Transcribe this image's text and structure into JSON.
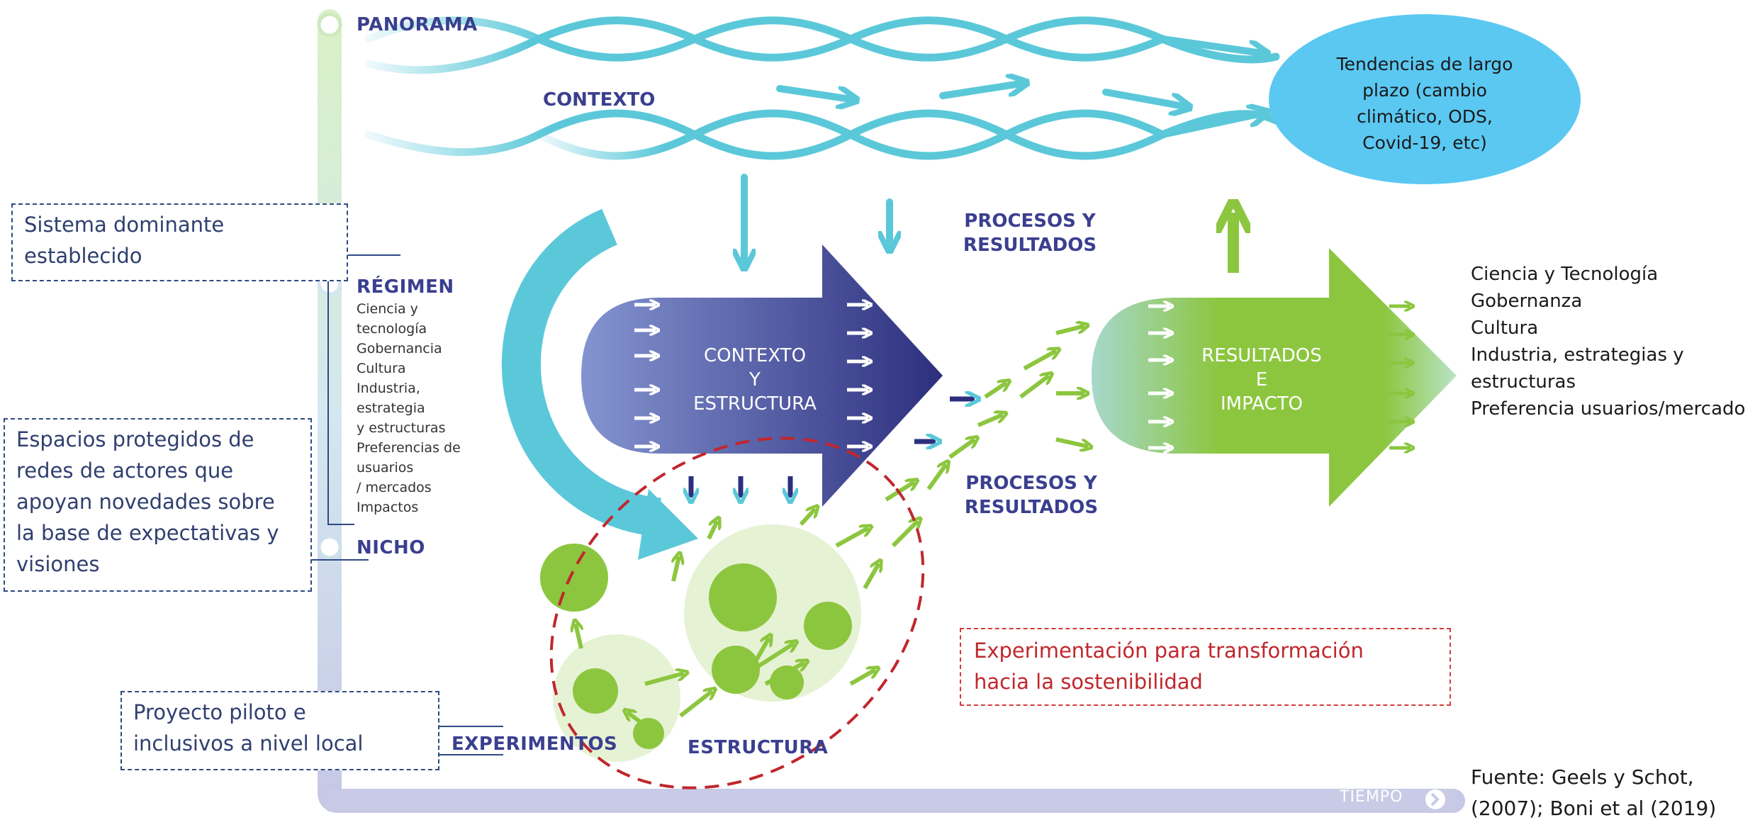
{
  "levels": {
    "panorama": "PANORAMA",
    "regimen": "RÉGIMEN",
    "nicho": "NICHO",
    "experimentos": "EXPERIMENTOS",
    "estructura": "ESTRUCTURA"
  },
  "contexto_label": "CONTEXTO",
  "regimen_items": [
    "Ciencia y",
    "tecnología",
    "Gobernancia",
    "Cultura",
    "Industria,",
    "estrategia",
    "y estructuras",
    "Preferencias de",
    "usuarios",
    "/ mercados",
    "Impactos"
  ],
  "procesos_top": [
    "PROCESOS Y",
    "RESULTADOS"
  ],
  "procesos_bottom": [
    "PROCESOS Y",
    "RESULTADOS"
  ],
  "big_arrow_1": [
    "CONTEXTO",
    "Y",
    "ESTRUCTURA"
  ],
  "big_arrow_2": [
    "RESULTADOS",
    "E",
    "IMPACTO"
  ],
  "tendencias": [
    "Tendencias de largo",
    "plazo (cambio",
    "climático, ODS,",
    "Covid-19, etc)"
  ],
  "outputs": [
    "Ciencia y Tecnología",
    "Gobernanza",
    "Cultura",
    "Industria, estrategias y",
    "estructuras",
    "Preferencia usuarios/mercado"
  ],
  "callouts": {
    "sistema": [
      "Sistema dominante",
      "establecido"
    ],
    "espacios": [
      "Espacios protegidos  de",
      "redes de actores que",
      "apoyan novedades sobre",
      "la base de expectativas y",
      "visiones"
    ],
    "proyecto": [
      "Proyecto piloto e",
      "inclusivos a nivel local"
    ],
    "experimentacion": [
      "Experimentación para transformación",
      "hacia la sostenibilidad"
    ]
  },
  "tiempo": "TIEMPO",
  "fuente": [
    "Fuente: Geels y Schot,",
    "(2007); Boni et al (2019)"
  ],
  "colors": {
    "navy": "#3a3f8f",
    "cyan": "#5bc8d9",
    "green": "#8cc63f",
    "light_green": "#e6f2d4",
    "ellipse_blue": "#5bc8f2",
    "red": "#c0272d",
    "box_border": "#2f4a82",
    "timeline": "#c9cae6"
  },
  "icons": {
    "tiempo": "chevron-right-icon"
  }
}
